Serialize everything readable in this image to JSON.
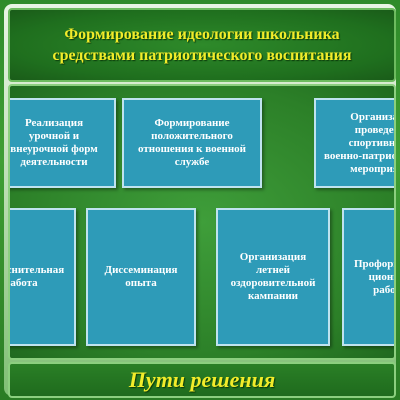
{
  "title": {
    "line1": "Формирование идеологии школьника",
    "line2": "средствами патриотического воспитания"
  },
  "boxes": [
    {
      "text": "Реализация\nурочной и\nвнеурочной форм\nдеятельности"
    },
    {
      "text": "Формирование\nположительного\nотношения к военной\nслужбе"
    },
    {
      "text": "Организация\nпроведения\nспортивных и\nвоенно-патриотических\nмероприятий"
    },
    {
      "text": "Разъяснительная\nработа"
    },
    {
      "text": "Диссеминация\nопыта"
    },
    {
      "text": "Организация\nлетней\nоздоровительной\nкампании"
    },
    {
      "text": "Профориента-\nционная\nработа"
    }
  ],
  "footer": {
    "label": "Пути решения"
  },
  "colors": {
    "title_text": "#f2ec2a",
    "box_fill": "#2e9bb8",
    "panel_green": "#2c8028"
  }
}
